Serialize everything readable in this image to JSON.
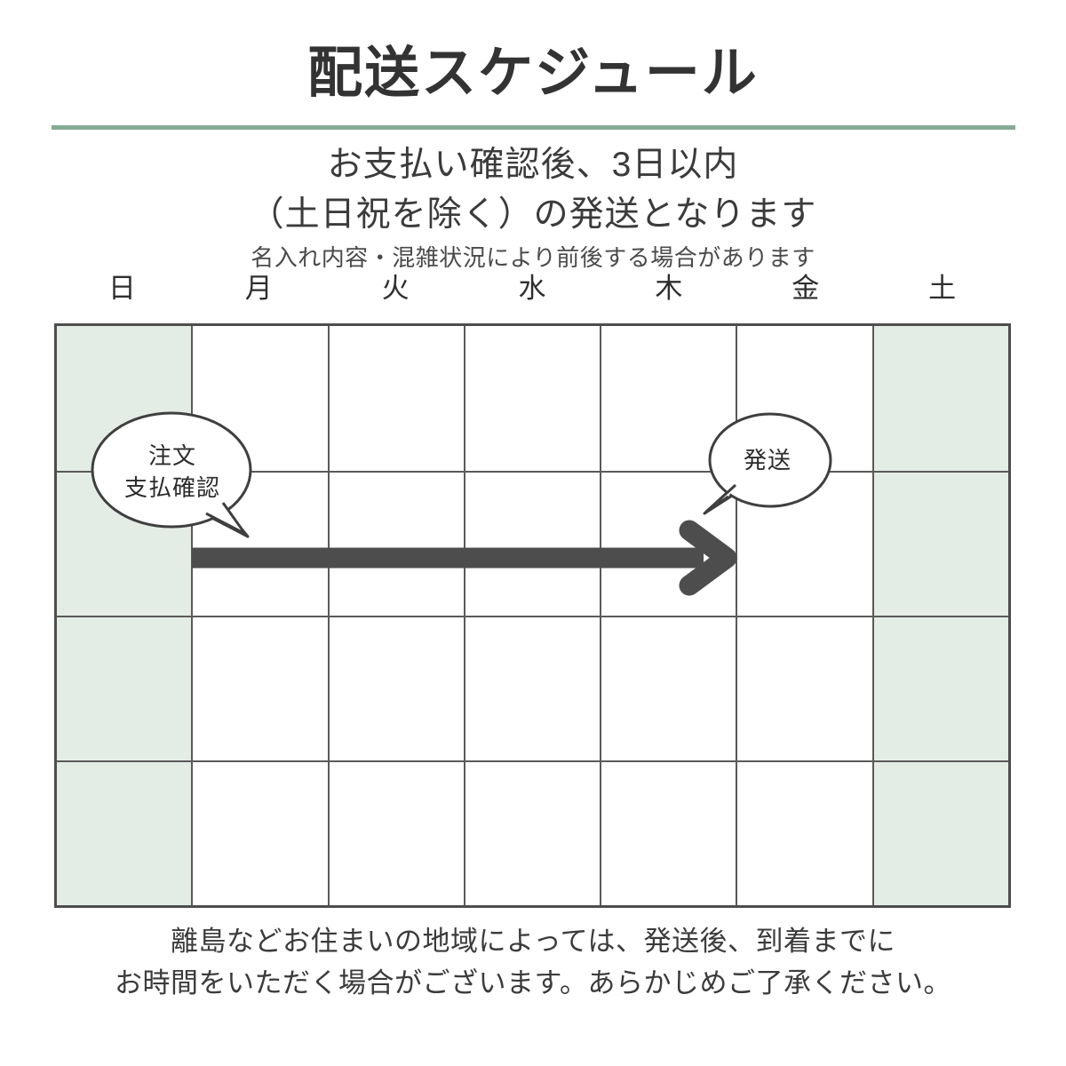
{
  "page": {
    "title": "配送スケジュール",
    "accent_color": "#84ab93",
    "weekend_cell_color": "#e4ece6",
    "grid_line_color": "#4d4d4d",
    "arrow_color": "#4d4d4d"
  },
  "subtitle": {
    "line1": "お支払い確認後、3日以内",
    "line2": "（土日祝を除く）の発送となります",
    "note": "名入れ内容・混雑状況により前後する場合があります"
  },
  "calendar": {
    "weekdays": [
      {
        "label": "日",
        "weekend": true
      },
      {
        "label": "月",
        "weekend": false
      },
      {
        "label": "火",
        "weekend": false
      },
      {
        "label": "水",
        "weekend": false
      },
      {
        "label": "木",
        "weekend": false
      },
      {
        "label": "金",
        "weekend": false
      },
      {
        "label": "土",
        "weekend": true
      }
    ],
    "rows": 4,
    "columns": 7
  },
  "callouts": {
    "order": {
      "line1": "注文",
      "line2": "支払確認"
    },
    "shipping": {
      "line1": "発送"
    }
  },
  "arrow": {
    "label": "shipping-timeline-arrow",
    "from_day": "日",
    "to_day": "木"
  },
  "footer": {
    "line1": "離島などお住まいの地域によっては、発送後、到着までに",
    "line2": "お時間をいただく場合がございます。あらかじめご了承ください。"
  }
}
